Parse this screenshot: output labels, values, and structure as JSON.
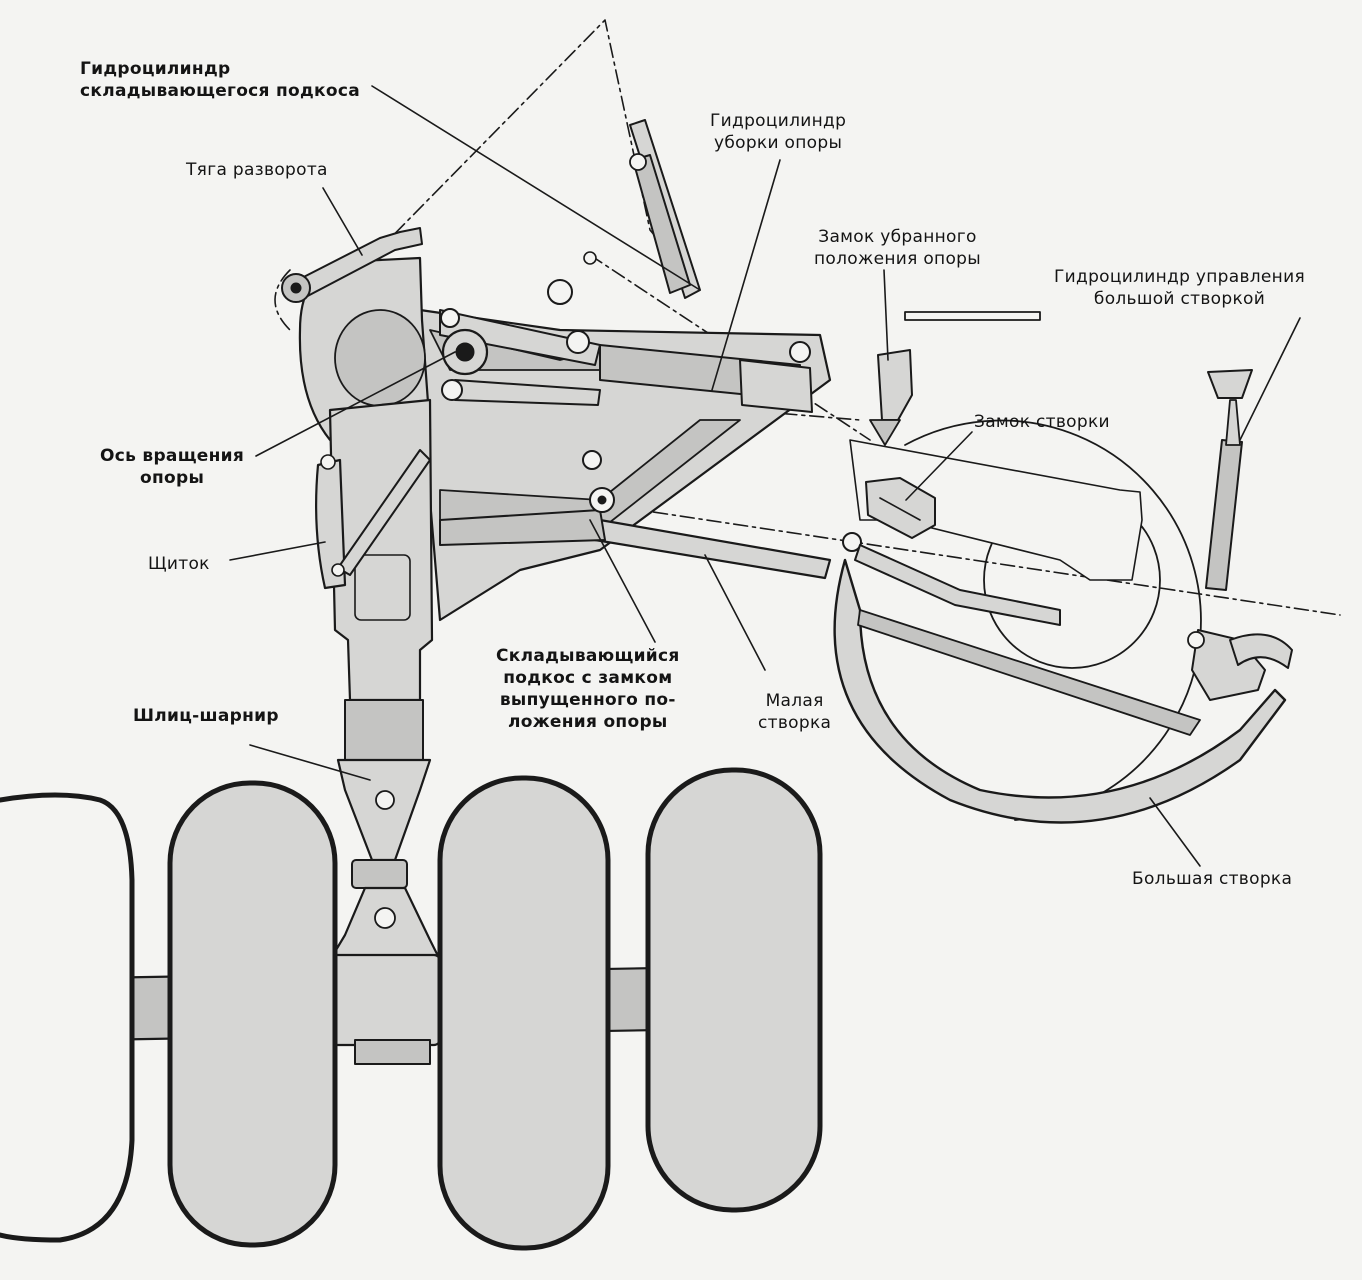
{
  "labels": {
    "folding_strut_cylinder": "Гидроцилиндр\nскладывающегося подкоса",
    "steering_rod": "Тяга разворота",
    "retraction_cylinder": "Гидроцилиндр\nуборки опоры",
    "uplock": "Замок убранного\nположения опоры",
    "big_door_cylinder": "Гидроцилиндр управления\nбольшой створкой",
    "door_lock": "Замок створки",
    "pivot_axis": "Ось вращения\nопоры",
    "shield": "Щиток",
    "folding_strut": "Складывающийся\nподкос с замком\nвыпущенного по-\nложения опоры",
    "small_door": "Малая\nстворка",
    "torque_link": "Шлиц-шарнир",
    "big_door": "Большая створка"
  },
  "colors": {
    "ink": "#1a1a1a",
    "part_fill": "#d6d6d4",
    "part_fill_dark": "#c4c4c2",
    "paper": "#f4f4f2"
  }
}
